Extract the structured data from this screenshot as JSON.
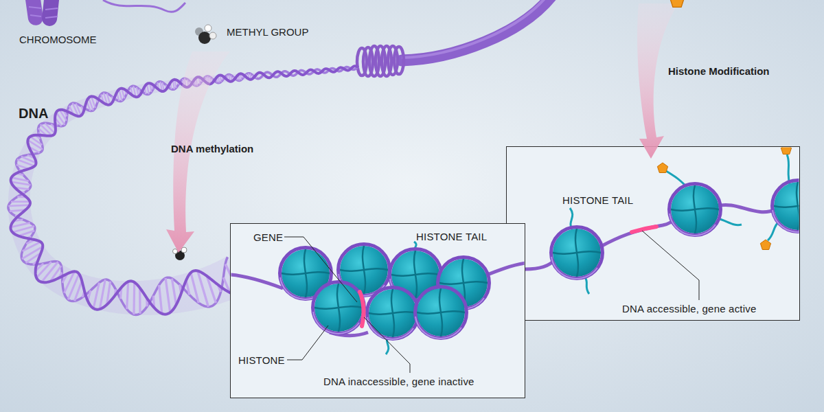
{
  "diagram": {
    "nodes": [
      {
        "text": [
          "GENE",
          "HISTONE TAIL",
          "HISTONE",
          "DNA inaccessible, gene inactive"
        ]
      },
      {
        "text": [
          "HISTONE TAIL",
          "DNA accessible, gene active"
        ]
      }
    ],
    "labels": [
      "CHROMOSOME",
      "METHYL GROUP",
      "Histone Modification",
      "DNA",
      "DNA methylation"
    ]
  }
}
